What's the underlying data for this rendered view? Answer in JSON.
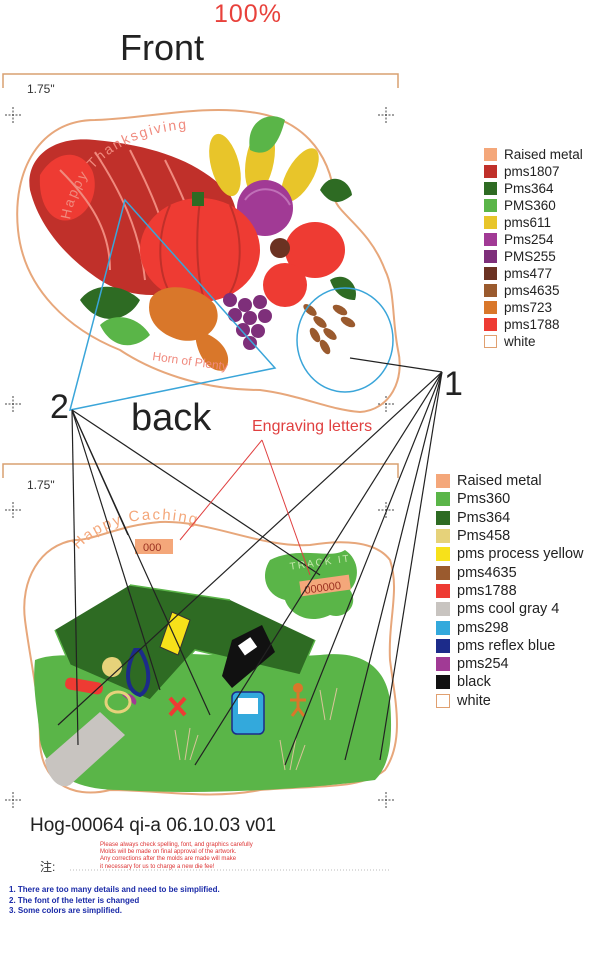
{
  "header": {
    "scale": "100%",
    "front_title": "Front",
    "back_title": "back",
    "front_width": "1.75\"",
    "back_width": "1.75\""
  },
  "front_art": {
    "arc_text": "Happy Thanksgiving",
    "bottom_text": "Horn of Plenty"
  },
  "back_art": {
    "arc_text": "Happy Caching",
    "code_small": "000",
    "code_leaf": "000000",
    "leaf_text": "TRACK IT"
  },
  "callouts": {
    "one": "1",
    "two": "2",
    "engraving": "Engraving letters"
  },
  "legend_front": [
    {
      "label": "Raised metal",
      "color": "#f4a77a"
    },
    {
      "label": "pms1807",
      "color": "#c0302a"
    },
    {
      "label": "Pms364",
      "color": "#2e6b23"
    },
    {
      "label": "PMS360",
      "color": "#5ab548"
    },
    {
      "label": "pms611",
      "color": "#e8c52a"
    },
    {
      "label": "Pms254",
      "color": "#a13a95"
    },
    {
      "label": "PMS255",
      "color": "#7e2f7a"
    },
    {
      "label": "pms477",
      "color": "#6b3222"
    },
    {
      "label": "pms4635",
      "color": "#9a5a2e"
    },
    {
      "label": "pms723",
      "color": "#d9772a"
    },
    {
      "label": "pms1788",
      "color": "#ee3b33"
    },
    {
      "label": "white",
      "color": "#ffffff"
    }
  ],
  "legend_back": [
    {
      "label": "Raised metal",
      "color": "#f4a77a"
    },
    {
      "label": "Pms360",
      "color": "#5ab548"
    },
    {
      "label": "Pms364",
      "color": "#2e6b23"
    },
    {
      "label": "Pms458",
      "color": "#e6d27a"
    },
    {
      "label": "pms process yellow",
      "color": "#f7e11a"
    },
    {
      "label": "pms4635",
      "color": "#9a5a2e"
    },
    {
      "label": "pms1788",
      "color": "#ee3b33"
    },
    {
      "label": "pms cool gray 4",
      "color": "#c8c4c0"
    },
    {
      "label": "pms298",
      "color": "#33a9dc"
    },
    {
      "label": "pms reflex blue",
      "color": "#1c2b8a"
    },
    {
      "label": "pms254",
      "color": "#a13a95"
    },
    {
      "label": "black",
      "color": "#111111"
    },
    {
      "label": "white",
      "color": "#ffffff"
    }
  ],
  "footer": {
    "job_code": "Hog-00064 qi-a 06.10.03 v01",
    "disclaimer": [
      "Please always check spelling, font, and graphics carefully",
      "Molds will be made on final approval of the artwork.",
      "Any corrections after the molds are made will make",
      "it necessary for us to charge a new die fee!"
    ],
    "note_label": "注:",
    "notes": [
      "1. There are too many details and need to be simplified.",
      "2. The font of the letter is changed",
      "3. Some colors are simplified."
    ]
  }
}
